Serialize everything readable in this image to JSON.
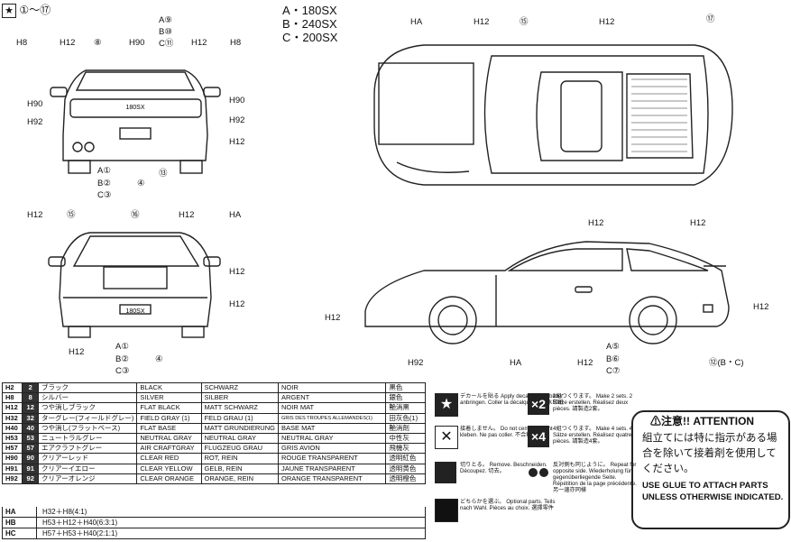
{
  "header": {
    "range_label": "①～⑰"
  },
  "variants": [
    "A・180SX",
    "B・240SX",
    "C・200SX"
  ],
  "callouts": {
    "h8": "H8",
    "h12": "H12",
    "h90": "H90",
    "h92": "H92",
    "hA": "HA",
    "a9": "A⑨",
    "b10": "B⑩",
    "c11": "C⑪",
    "n8": "⑧",
    "n13": "⑬",
    "n15": "⑮",
    "n16": "⑯",
    "n17": "⑰",
    "a1": "A①",
    "b2": "B②",
    "c3": "C③",
    "n4": "④",
    "a5": "A⑤",
    "b6": "B⑥",
    "c7": "C⑦",
    "bc12": "⑫(B・C)"
  },
  "plates": {
    "front": "180SX",
    "rear": "180SX"
  },
  "colors": [
    {
      "code": "H2",
      "num": "2",
      "jp": "ブラック",
      "en": "BLACK",
      "de": "SCHWARZ",
      "fr": "NOIR",
      "ja": "黒色"
    },
    {
      "code": "H8",
      "num": "8",
      "jp": "シルバー",
      "en": "SILVER",
      "de": "SILBER",
      "fr": "ARGENT",
      "ja": "銀色"
    },
    {
      "code": "H12",
      "num": "12",
      "jp": "つや消しブラック",
      "en": "FLAT BLACK",
      "de": "MATT SCHWARZ",
      "fr": "NOIR MAT",
      "ja": "艶消黒"
    },
    {
      "code": "H32",
      "num": "32",
      "jp": "ターグレー(フィールドグレー)",
      "en": "FIELD GRAY (1)",
      "de": "FELD GRAU (1)",
      "fr": "GRIS DES TROUPES ALLEMANDES(1)",
      "ja": "田灰色(1)"
    },
    {
      "code": "H40",
      "num": "40",
      "jp": "つや消し(フラットベース)",
      "en": "FLAT BASE",
      "de": "MATT GRUNDIERUNG",
      "fr": "BASE MAT",
      "ja": "艶消剤"
    },
    {
      "code": "H53",
      "num": "53",
      "jp": "ニュートラルグレー",
      "en": "NEUTRAL GRAY",
      "de": "NEUTRAL GRAY",
      "fr": "NEUTRAL GRAY",
      "ja": "中性灰"
    },
    {
      "code": "H57",
      "num": "57",
      "jp": "エアクラフトグレー",
      "en": "AIR CRAFTGRAY",
      "de": "FLUGZEUG GRAU",
      "fr": "GRIS AVION",
      "ja": "飛機灰"
    },
    {
      "code": "H90",
      "num": "90",
      "jp": "クリアーレッド",
      "en": "CLEAR RED",
      "de": "ROT, REIN",
      "fr": "ROUGE TRANSPARENT",
      "ja": "透明紅色"
    },
    {
      "code": "H91",
      "num": "91",
      "jp": "クリアーイエロー",
      "en": "CLEAR YELLOW",
      "de": "GELB, REIN",
      "fr": "JAUNE TRANSPARENT",
      "ja": "透明黄色"
    },
    {
      "code": "H92",
      "num": "92",
      "jp": "クリアーオレンジ",
      "en": "CLEAR ORANGE",
      "de": "ORANGE, REIN",
      "fr": "ORANGE TRANSPARENT",
      "ja": "透明橙色"
    }
  ],
  "mixes": [
    {
      "code": "HA",
      "formula": "H32＋H8(4:1)"
    },
    {
      "code": "HB",
      "formula": "H53＋H12＋H40(6:3:1)"
    },
    {
      "code": "HC",
      "formula": "H57＋H53＋H40(2:1:1)"
    }
  ],
  "legend": [
    {
      "icon": "star-apply-decal-icon",
      "text": "デカールを貼る Apply decal. Abziehbilder anbringen. Coller la décalque. 貼上水印紙"
    },
    {
      "icon": "no-cement-icon",
      "text": "接着しません。 Do not cement. Nicht kleben. Ne pas coller. 不合粘合。"
    },
    {
      "icon": "remove-icon",
      "text": "切りとる。 Remove. Beschneiden. Découpez. 切去。"
    },
    {
      "icon": "optional-parts-icon",
      "text": "どちらかを選ぶ。 Optional parts. Teils nach Wahl. Pièces au choix. 選擇零件"
    },
    {
      "icon": "make-2-sets-icon",
      "text": "2組つくります。 Make 2 sets. 2 Sätze erstellen. Réalisez deux pièces. 請製造2套。"
    },
    {
      "icon": "make-4-sets-icon",
      "text": "4組つくります。 Make 4 sets. 4 Sätze erstellen. Réalisez quatre pièces. 請製造4套。"
    },
    {
      "icon": "opposite-side-icon",
      "text": "反対側も同じように。 Repeat for opposite side. Wiederholung für gegenüberliegende Seite. Répétition de la page précédente. 另一邊亦同樣"
    }
  ],
  "attention": {
    "title": "⚠注意!! ATTENTION",
    "jp": "組立てには特に指示がある場合を除いて接着剤を使用してください。",
    "en": "USE GLUE TO ATTACH PARTS UNLESS OTHERWISE INDICATED."
  }
}
